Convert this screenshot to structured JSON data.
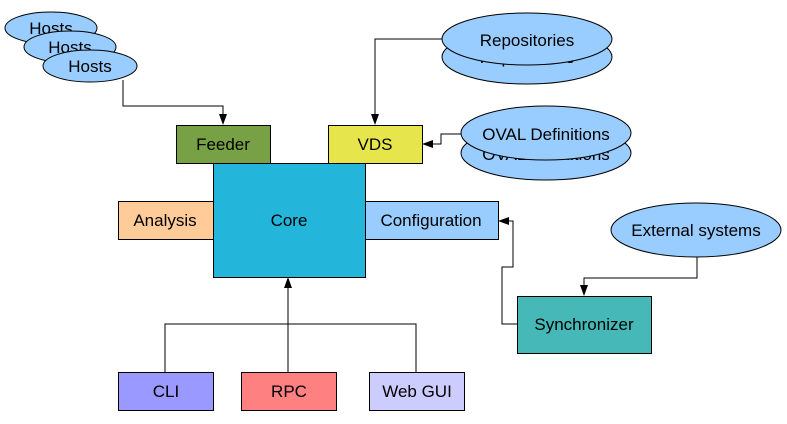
{
  "diagram": {
    "colors": {
      "ellipse_fill": "#99ccff",
      "feeder": "#77a144",
      "vds": "#e6e64c",
      "core": "#23b6da",
      "analysis": "#ffcc99",
      "configuration": "#99ccff",
      "synchronizer": "#46b8b8",
      "cli": "#9999ff",
      "rpc": "#ff8080",
      "webgui": "#ccccff"
    },
    "data_sources": {
      "hosts": [
        "Hosts",
        "Hosts",
        "Hosts"
      ],
      "repositories": [
        "Repositories",
        "Repositories"
      ],
      "oval_definitions": [
        "OVAL Definitions",
        "OVAL Definitions"
      ],
      "external_systems": "External systems"
    },
    "components": {
      "feeder": "Feeder",
      "vds": "VDS",
      "core": "Core",
      "analysis": "Analysis",
      "configuration": "Configuration",
      "synchronizer": "Synchronizer"
    },
    "interfaces": {
      "cli": "CLI",
      "rpc": "RPC",
      "webgui": "Web GUI"
    },
    "edges": [
      {
        "from": "Hosts",
        "to": "Feeder"
      },
      {
        "from": "Repositories",
        "to": "VDS"
      },
      {
        "from": "OVAL Definitions",
        "to": "VDS"
      },
      {
        "from": "External systems",
        "to": "Synchronizer"
      },
      {
        "from": "Synchronizer",
        "to": "Configuration"
      },
      {
        "from": "CLI",
        "to": "Core"
      },
      {
        "from": "RPC",
        "to": "Core"
      },
      {
        "from": "Web GUI",
        "to": "Core"
      }
    ]
  }
}
